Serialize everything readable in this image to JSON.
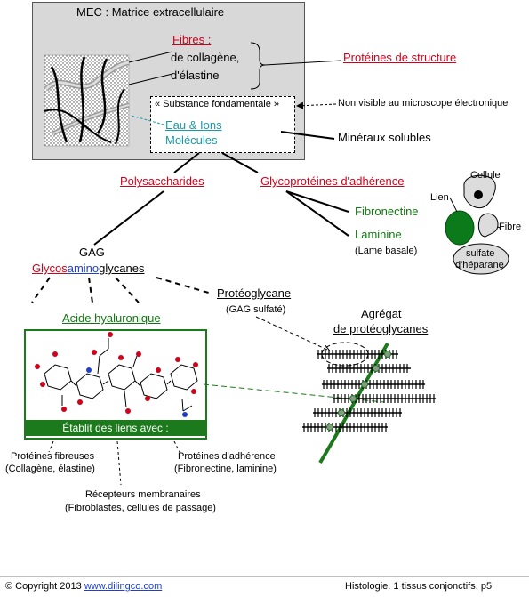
{
  "mec": {
    "title": "MEC : Matrice extracellulaire",
    "fibres": "Fibres :",
    "collagene": "de collagène,",
    "elastine": "d'élastine",
    "substance": "« Substance fondamentale »",
    "eau": "Eau & Ions",
    "molecules": "Molécules"
  },
  "labels": {
    "proteines_structure": "Protéines de structure",
    "non_visible": "Non visible au microscope électronique",
    "mineraux": "Minéraux solubles",
    "polysaccharides": "Polysaccharides",
    "glycoproteines": "Glycoprotéines d'adhérence",
    "fibronectine": "Fibronectine",
    "laminine": "Laminine",
    "lame_basale": "(Lame basale)",
    "gag": "GAG",
    "gag_glycos": "Glycos",
    "gag_amino": "amino",
    "gag_glycanes": "glycanes",
    "proteoglycane": "Protéoglycane",
    "gag_sulfate": "(GAG sulfaté)",
    "agregat_1": "Agrégat",
    "agregat_2": "de protéoglycanes",
    "acide_hyaluronique": "Acide hyaluronique",
    "etablit": "Établit des liens avec :",
    "prot_fibreuses_1": "Protéines fibreuses",
    "prot_fibreuses_2": "(Collagène, élastine)",
    "prot_adherence_1": "Protéines d'adhérence",
    "prot_adherence_2": "(Fibronectine, laminine)",
    "recepteurs_1": "Récepteurs membranaires",
    "recepteurs_2": "(Fibroblastes, cellules de passage)",
    "cellule": "Cellule",
    "lien": "Lien",
    "fibre": "Fibre",
    "sulfate_1": "sulfate",
    "sulfate_2": "d'héparane"
  },
  "footer": {
    "copyright": "© Copyright 2013",
    "site": "www.dilingco.com",
    "page": "Histologie. 1 tissus conjonctifs. p5"
  },
  "colors": {
    "red": "#d0021b",
    "green": "#107a10",
    "teal": "#1a9aa8",
    "blue": "#1f3fd1",
    "gray": "#d8d8d8"
  }
}
